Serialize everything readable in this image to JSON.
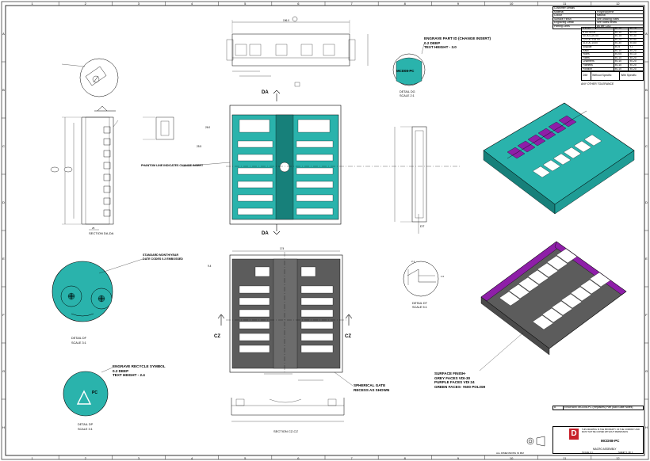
{
  "colors": {
    "teal": "#2ab3ac",
    "dark_teal": "#17807a",
    "grey": "#5c5c5c",
    "purple": "#8e1fa8",
    "line": "#000000"
  },
  "title_block": {
    "header": "Customer Details",
    "rows": [
      [
        "Material",
        "Polypropylene"
      ],
      [
        "Colour",
        "Natural"
      ],
      [
        "Surface Finish",
        "See drawing notes"
      ],
      [
        "Engraving Detail",
        "See notes below"
      ],
      [
        "Parting Lines",
        "As per CAD"
      ]
    ],
    "extra_note": "See drawing notes"
  },
  "tolerance_table": {
    "rows": [
      [
        "0-6.00",
        "±0.10",
        "±0.15"
      ],
      [
        "6.00-30.00",
        "±0.10",
        "±0.20"
      ],
      [
        "30.00-120.00",
        "±0.15",
        "±0.30"
      ],
      [
        "120.00-315.00",
        "±0.20",
        "±0.50"
      ],
      [
        "315.00-1000",
        "±0.30",
        "±0.80"
      ],
      [
        "Angular",
        "±0.5°",
        "±1°"
      ],
      [
        "Radii",
        "±0.10",
        "±0.20"
      ],
      [
        "Holes",
        "±0.05",
        "±0.10"
      ],
      [
        "Fillets",
        "±0.10",
        "±0.20"
      ],
      [
        "Chamfers",
        "±0.10",
        "±0.20"
      ],
      [
        "Flatness",
        "±0.10",
        "±0.20"
      ],
      [
        "Position",
        "±0.10",
        "±0.20"
      ]
    ],
    "dim_label": "DIM",
    "col1_label": "Without Specific",
    "col2_label": "With Specific",
    "footer": "ANY OTHER TOLERANCE"
  },
  "views": {
    "section_da": "SECTION DA-DA",
    "section_cz": "SECTION CZ-CZ",
    "detail_dg": "DETAIL DG",
    "detail_dg_scale": "SCALE 2:1",
    "detail_df": "DETAIL DF",
    "detail_df_scale": "SCALE 3:1",
    "detail_dt": "DETAIL DT",
    "detail_dt_scale": "SCALE 5:1",
    "detail_dp": "DETAIL DP",
    "detail_dp_scale": "SCALE 3:1",
    "da": "DA",
    "cz": "CZ",
    "dt": "DT",
    "dg": "DG"
  },
  "notes": {
    "engrave_part": [
      "ENGRAVE PART ID (CHANGE INSERT)",
      "0.2 DEEP",
      "TEXT HEIGHT - 3.0"
    ],
    "part_id": "MCD08-PC",
    "phantom": "PHANTOM LINE INDICATES CHANGE INSERT",
    "date_codes": [
      "STANDARD MONTH/YEAR",
      "DATE CODES 0.2 EMBOSSED"
    ],
    "recycle": [
      "ENGRAVE RECYCLE SYMBOL",
      "0.2 DEEP",
      "TEXT HEIGHT - 2.4"
    ],
    "gate": [
      "SPHERICAL GATE",
      "RECESS AS SHOWN"
    ],
    "surface": [
      "SURFACE FINISH-",
      "GREY FACES VDI-30",
      "PURPLE FACES VDI 24",
      "GREEN FACES- #600 POLISH"
    ],
    "recycle_text": "PC"
  },
  "dims": {
    "top_width": "196.0",
    "dim_174": "174",
    "height_left": "220",
    "d_25": "25",
    "d_21": "2.1",
    "d_37": "3.7",
    "d_10": "1.0",
    "d_26": "26.0",
    "d_255": "25.5",
    "d_94": "9.4"
  },
  "bottom_block": {
    "revision": "A",
    "rev_desc": "ENGRAVE MCD08-PC (Replaces) Part (Add Gate Notes)",
    "disclaimer": "THIS DRAWING IS THE PROPERTY OF THE COMPANY AND MUST NOT BE COPIED WITHOUT PERMISSION",
    "drawing_title": "MCD08-PC",
    "assembly": "MACRO ASSEMBLY",
    "sheet": "SHEET 1 OF 1",
    "scale": "SCALE 1:1",
    "all_dims": "ALL DIMENSIONS IN MM",
    "company_logo": "D"
  },
  "border": {
    "cols": [
      "1",
      "2",
      "3",
      "4",
      "5",
      "6",
      "7",
      "8",
      "9",
      "10",
      "11",
      "12"
    ],
    "rows": [
      "A",
      "B",
      "C",
      "D",
      "E",
      "F",
      "G",
      "H"
    ]
  }
}
